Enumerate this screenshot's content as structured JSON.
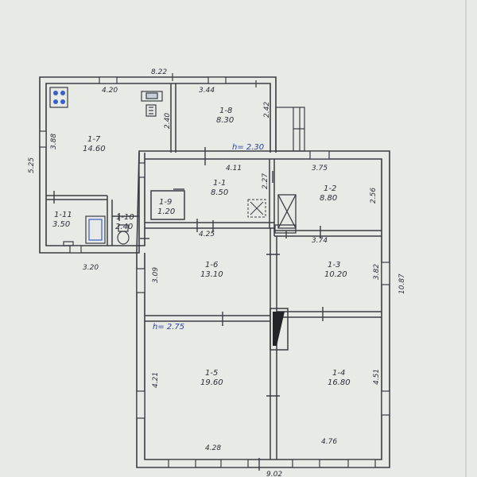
{
  "plan": {
    "overall_dimensions": {
      "annex_top_width": "8.22",
      "annex_left_height": "5.25",
      "house_bottom_width": "9.02",
      "house_right_height": "10.87",
      "annex_bottom_width": "3.20"
    },
    "height_marks": [
      {
        "id": "h1",
        "text": "h= 2.30"
      },
      {
        "id": "h2",
        "text": "h= 2.75"
      }
    ],
    "rooms": [
      {
        "id": "r1-7",
        "number": "1-7",
        "area": "14.60"
      },
      {
        "id": "r1-8",
        "number": "1-8",
        "area": "8.30"
      },
      {
        "id": "r1-1",
        "number": "1-1",
        "area": "8.50"
      },
      {
        "id": "r1-2",
        "number": "1-2",
        "area": "8.80"
      },
      {
        "id": "r1-9",
        "number": "1-9",
        "area": "1.20"
      },
      {
        "id": "r1-11",
        "number": "1-11",
        "area": "3.50"
      },
      {
        "id": "r1-10",
        "number": "1-10",
        "area": "2.40"
      },
      {
        "id": "r1-6",
        "number": "1-6",
        "area": "13.10"
      },
      {
        "id": "r1-3",
        "number": "1-3",
        "area": "10.20"
      },
      {
        "id": "r1-5",
        "number": "1-5",
        "area": "19.60"
      },
      {
        "id": "r1-4",
        "number": "1-4",
        "area": "16.80"
      }
    ],
    "dimensions": [
      {
        "id": "d-420",
        "text": "4.20"
      },
      {
        "id": "d-344",
        "text": "3.44"
      },
      {
        "id": "d-388",
        "text": "3.88"
      },
      {
        "id": "d-240",
        "text": "2.40"
      },
      {
        "id": "d-242",
        "text": "2.42"
      },
      {
        "id": "d-411",
        "text": "4.11"
      },
      {
        "id": "d-375",
        "text": "3.75"
      },
      {
        "id": "d-227",
        "text": "2.27"
      },
      {
        "id": "d-256",
        "text": "2.56"
      },
      {
        "id": "d-425",
        "text": "4.25"
      },
      {
        "id": "d-374",
        "text": "3.74"
      },
      {
        "id": "d-309",
        "text": "3.09"
      },
      {
        "id": "d-382",
        "text": "3.82"
      },
      {
        "id": "d-421",
        "text": "4.21"
      },
      {
        "id": "d-451",
        "text": "4.51"
      },
      {
        "id": "d-428",
        "text": "4.28"
      },
      {
        "id": "d-476",
        "text": "4.76"
      }
    ]
  }
}
